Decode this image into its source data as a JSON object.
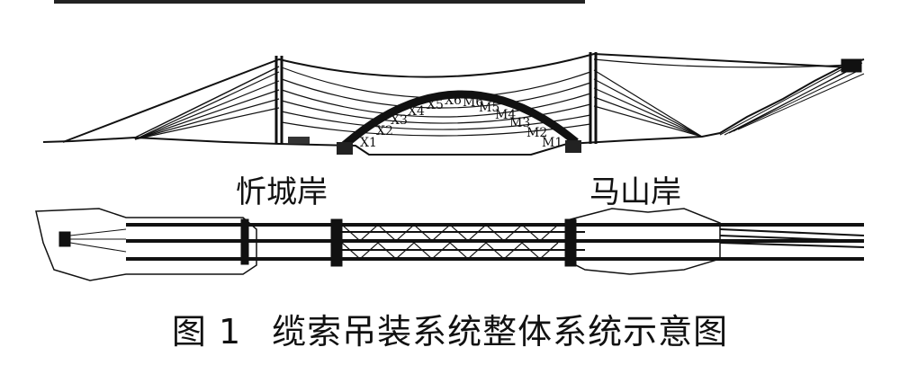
{
  "figure": {
    "caption_number": "图 1",
    "caption_text": "缆索吊装系统整体系统示意图",
    "bank_left": "忻城岸",
    "bank_right": "马山岸",
    "arch_segments": [
      "X1",
      "X2",
      "X3",
      "X4",
      "X5",
      "X6",
      "M6",
      "M5",
      "M4",
      "M3",
      "M2",
      "M1"
    ]
  },
  "colors": {
    "ink": "#111111",
    "background": "#ffffff"
  }
}
